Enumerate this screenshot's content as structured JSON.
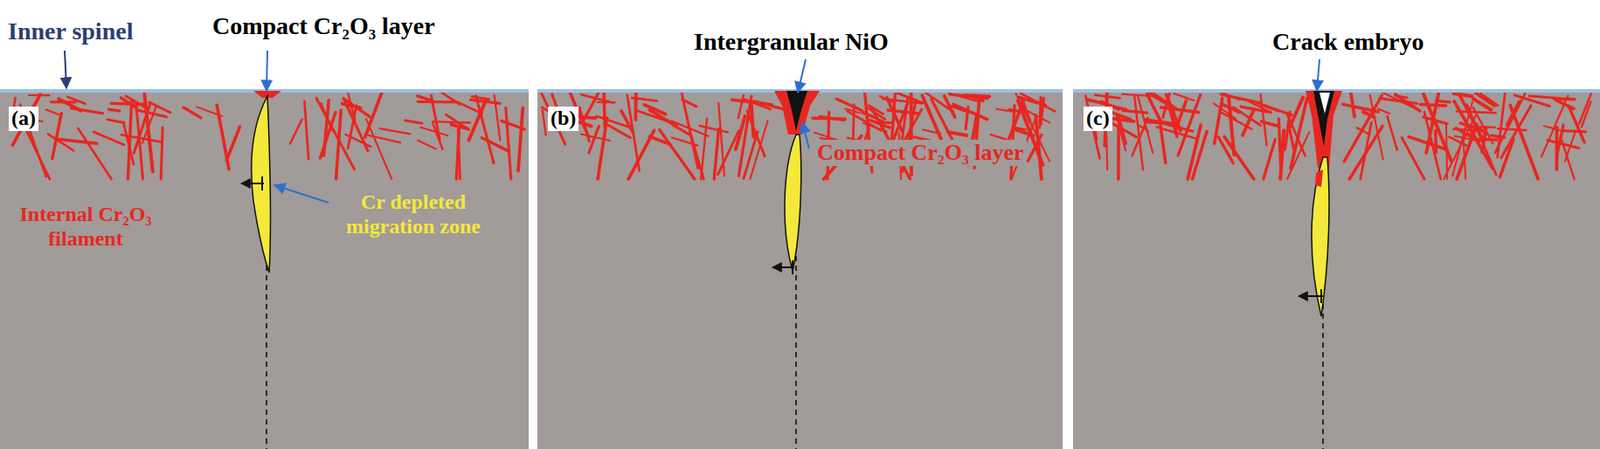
{
  "diagram": {
    "labels": [
      "Inner spinel",
      "Compact Cr₂O₃ layer",
      "(a)",
      "Internal Cr₂O₃ filament",
      "Cr depleted migration zone",
      "Intergranular NiO",
      "(b)",
      "Compact Cr₂O₃ layer",
      "(c)",
      "Crack embryo"
    ]
  }
}
